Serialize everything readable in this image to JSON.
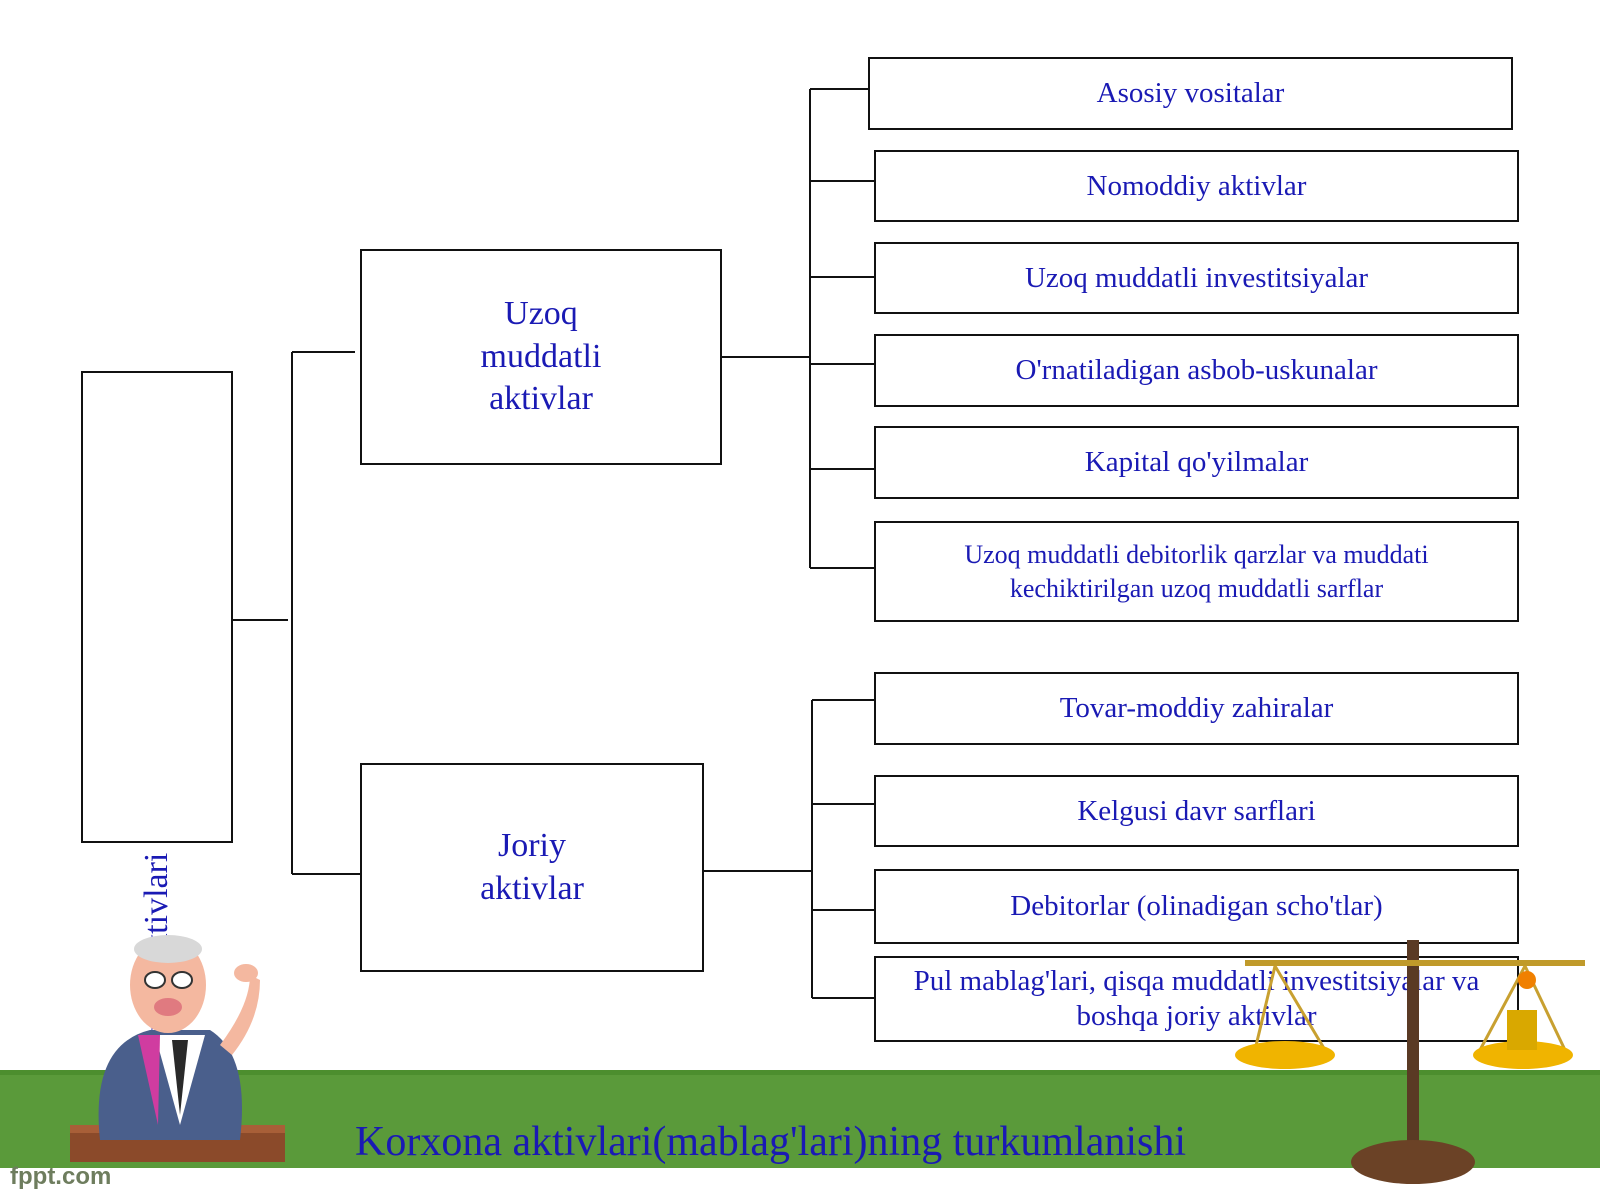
{
  "diagram": {
    "root": "Korxona aktivlari",
    "groups": [
      {
        "label": "Uzoq\nmuddatli\naktivlar",
        "items": [
          "Asosiy vositalar",
          "Nomoddiy aktivlar",
          "Uzoq muddatli investitsiyalar",
          "O'rnatiladigan asbob-uskunalar",
          "Kapital qo'yilmalar",
          "Uzoq muddatli debitorlik qarzlar va muddati kechiktirilgan uzoq muddatli sarflar"
        ]
      },
      {
        "label": "Joriy\naktivlar",
        "items": [
          "Tovar-moddiy zahiralar",
          "Kelgusi davr sarflari",
          "Debitorlar (olinadigan scho'tlar)",
          "Pul mablag'lari, qisqa muddatli investitsiyalar va boshqa joriy aktivlar"
        ]
      }
    ]
  },
  "slide_title": "Korxona aktivlari(mablag'lari)ning turkumlanishi",
  "brand": "fppt.com",
  "colors": {
    "text": "#1a1ab4",
    "border": "#111111",
    "grass": "#5a9a3a"
  },
  "decorations": [
    "cartoon-businessman-illustration",
    "balance-scale-illustration"
  ]
}
